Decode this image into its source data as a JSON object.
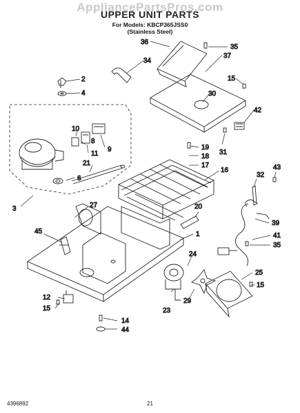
{
  "header": {
    "watermark": "AppliancePartsPros.com",
    "title": "UPPER UNIT PARTS",
    "models_line": "For Models: KBCP365JSS0",
    "models_finish": "(Stainless Steel)"
  },
  "footer": {
    "doc_number": "4396892",
    "page_number": "21"
  },
  "callouts": [
    {
      "id": "c36",
      "label": "36"
    },
    {
      "id": "c35a",
      "label": "35"
    },
    {
      "id": "c37",
      "label": "37"
    },
    {
      "id": "c34",
      "label": "34"
    },
    {
      "id": "c2",
      "label": "2"
    },
    {
      "id": "c4",
      "label": "4"
    },
    {
      "id": "c15a",
      "label": "15"
    },
    {
      "id": "c30",
      "label": "30"
    },
    {
      "id": "c42",
      "label": "42"
    },
    {
      "id": "c10",
      "label": "10"
    },
    {
      "id": "c8",
      "label": "8"
    },
    {
      "id": "c11",
      "label": "11"
    },
    {
      "id": "c9",
      "label": "9"
    },
    {
      "id": "c31",
      "label": "31"
    },
    {
      "id": "c19",
      "label": "19"
    },
    {
      "id": "c18",
      "label": "18"
    },
    {
      "id": "c17",
      "label": "17"
    },
    {
      "id": "c21",
      "label": "21"
    },
    {
      "id": "c6",
      "label": "6"
    },
    {
      "id": "c16",
      "label": "16"
    },
    {
      "id": "c32",
      "label": "32"
    },
    {
      "id": "c43",
      "label": "43"
    },
    {
      "id": "c3",
      "label": "3"
    },
    {
      "id": "c27",
      "label": "27"
    },
    {
      "id": "c20",
      "label": "20"
    },
    {
      "id": "c39",
      "label": "39"
    },
    {
      "id": "c45",
      "label": "45"
    },
    {
      "id": "c1",
      "label": "1"
    },
    {
      "id": "c41",
      "label": "41"
    },
    {
      "id": "c35b",
      "label": "35"
    },
    {
      "id": "c24",
      "label": "24"
    },
    {
      "id": "c25",
      "label": "25"
    },
    {
      "id": "c12",
      "label": "12"
    },
    {
      "id": "c15b",
      "label": "15"
    },
    {
      "id": "c15c",
      "label": "15"
    },
    {
      "id": "c23",
      "label": "23"
    },
    {
      "id": "c29",
      "label": "29"
    },
    {
      "id": "c14",
      "label": "14"
    },
    {
      "id": "c44",
      "label": "44"
    }
  ]
}
